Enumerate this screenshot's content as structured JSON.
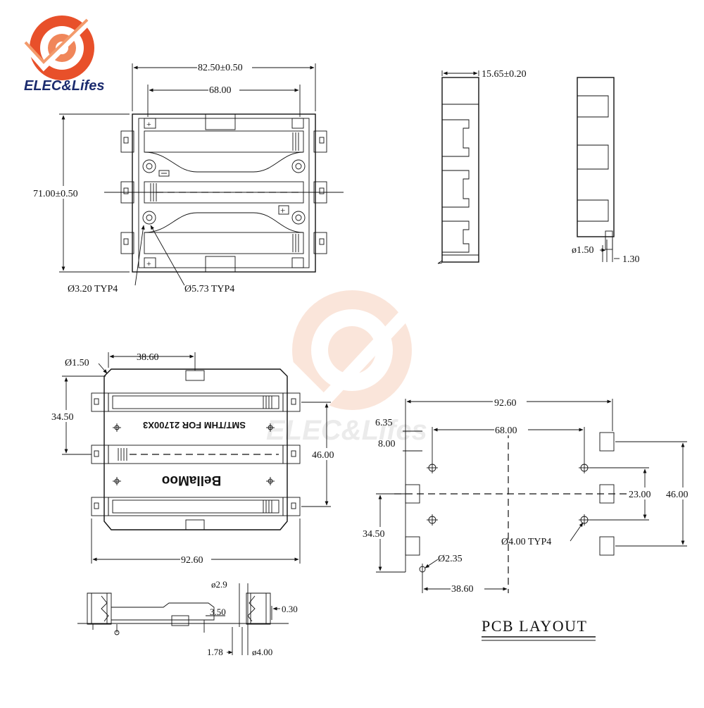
{
  "brand": {
    "name": "ELEC&Lifes",
    "accent": "#e8502a",
    "accent_light": "#f39a6b"
  },
  "top_view": {
    "dim_outer_width": "82.50±0.50",
    "dim_inner_width": "68.00",
    "dim_height": "71.00±0.50",
    "dim_small_hole": "Ø3.20 TYP4",
    "dim_large_hole": "Ø5.73 TYP4"
  },
  "side_view": {
    "dim_depth": "15.65±0.20",
    "dim_pin_dia": "ø1.50",
    "dim_pin_offset": "1.30"
  },
  "bottom_view": {
    "dim_hole": "Ø1.50",
    "dim_offset": "38.60",
    "dim_pitch": "34.50",
    "dim_span": "46.00",
    "dim_width": "92.60",
    "label_model": "SMT/THM FOR 21700X3",
    "label_brand": "BellaMoo"
  },
  "section_view": {
    "dim_29": "ø2.9",
    "dim_350": "3.50",
    "dim_030": "0.30",
    "dim_178": "1.78",
    "dim_400": "ø4.00"
  },
  "pcb_layout": {
    "title": "PCB LAYOUT",
    "dim_width": "92.60",
    "dim_635": "6.35",
    "dim_800": "8.00",
    "dim_6800": "68.00",
    "dim_2300": "23.00",
    "dim_4600": "46.00",
    "dim_3450": "34.50",
    "dim_hole4": "Ø4.00 TYP4",
    "dim_hole235": "Ø2.35",
    "dim_3860": "38.60"
  }
}
